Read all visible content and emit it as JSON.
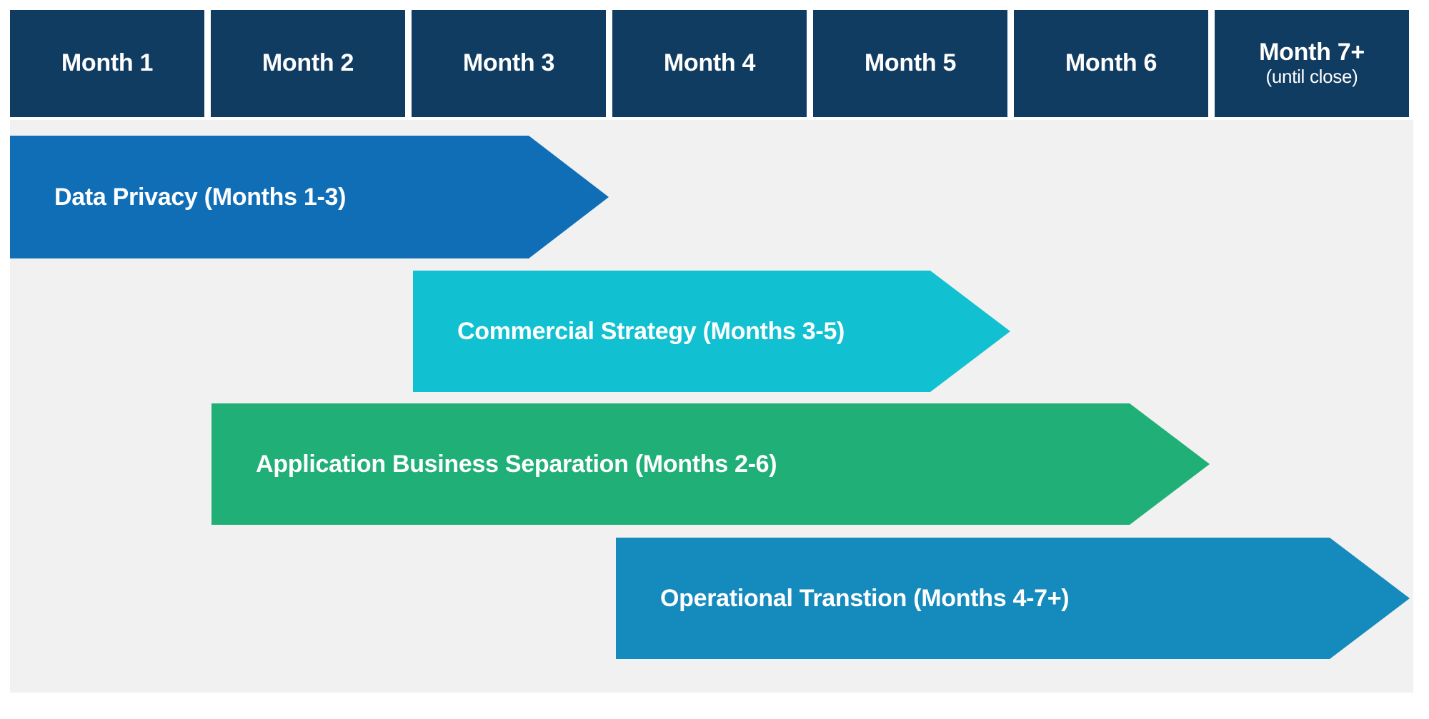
{
  "page": {
    "background": "#ffffff",
    "panel_background": "#f1f1f2"
  },
  "header": {
    "background": "#113c61",
    "text_color": "#ffffff",
    "months": [
      {
        "label": "Month 1",
        "sublabel": ""
      },
      {
        "label": "Month 2",
        "sublabel": ""
      },
      {
        "label": "Month 3",
        "sublabel": ""
      },
      {
        "label": "Month 4",
        "sublabel": ""
      },
      {
        "label": "Month 5",
        "sublabel": ""
      },
      {
        "label": "Month 6",
        "sublabel": ""
      },
      {
        "label": "Month 7+",
        "sublabel": "(until close)"
      }
    ]
  },
  "timeline": {
    "tasks": [
      {
        "label": "Data Privacy (Months 1-3)",
        "start_month": "1",
        "end_month": "3",
        "color": "#0f6eb6"
      },
      {
        "label": "Commercial Strategy (Months 3-5)",
        "start_month": "3",
        "end_month": "5",
        "color": "#12c1d1"
      },
      {
        "label": "Application Business Separation (Months 2-6)",
        "start_month": "2",
        "end_month": "6",
        "color": "#20b077"
      },
      {
        "label": "Operational Transtion (Months 4-7+)",
        "start_month": "4",
        "end_month": "7+",
        "color": "#158abd"
      }
    ]
  }
}
